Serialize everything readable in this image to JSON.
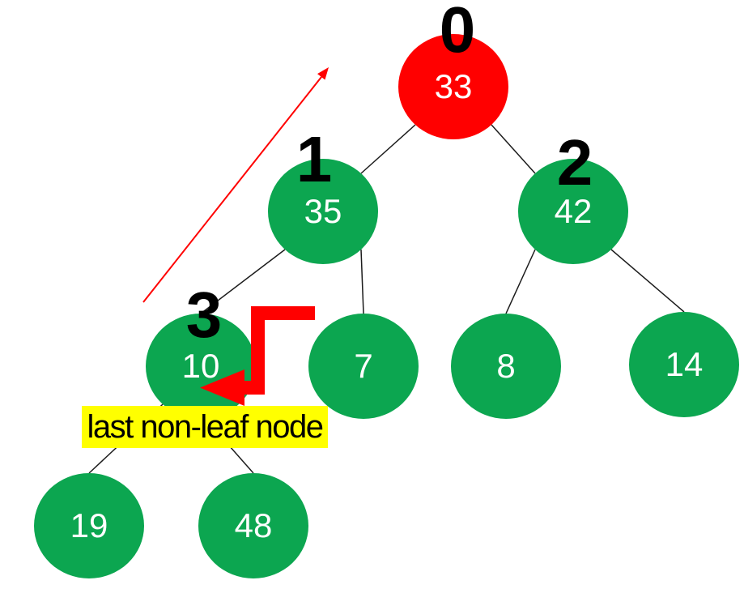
{
  "colors": {
    "node_green": "#0ca650",
    "node_red": "#ff0000",
    "arrow_red": "#ff0000",
    "callout_yellow": "#ffff00",
    "edge_black": "#1c1c1c",
    "node_text_white": "#ffffff",
    "index_text_black": "#000000"
  },
  "tree": {
    "nodes": [
      {
        "value": "33",
        "index": "0",
        "color": "red"
      },
      {
        "value": "35",
        "index": "1",
        "color": "green"
      },
      {
        "value": "42",
        "index": "2",
        "color": "green"
      },
      {
        "value": "10",
        "index": "3",
        "color": "green"
      },
      {
        "value": "7",
        "color": "green"
      },
      {
        "value": "8",
        "color": "green"
      },
      {
        "value": "14",
        "color": "green"
      },
      {
        "value": "19",
        "color": "green"
      },
      {
        "value": "48",
        "color": "green"
      }
    ],
    "edges": [
      [
        "33",
        "35"
      ],
      [
        "33",
        "42"
      ],
      [
        "35",
        "10"
      ],
      [
        "35",
        "7"
      ],
      [
        "42",
        "8"
      ],
      [
        "42",
        "14"
      ],
      [
        "10",
        "19"
      ],
      [
        "10",
        "48"
      ]
    ]
  },
  "callout": {
    "text": "last non-leaf node"
  },
  "icons": {
    "diagonal_arrow": "red-up-right-arrow",
    "elbow_arrow": "red-elbow-left-arrow"
  }
}
